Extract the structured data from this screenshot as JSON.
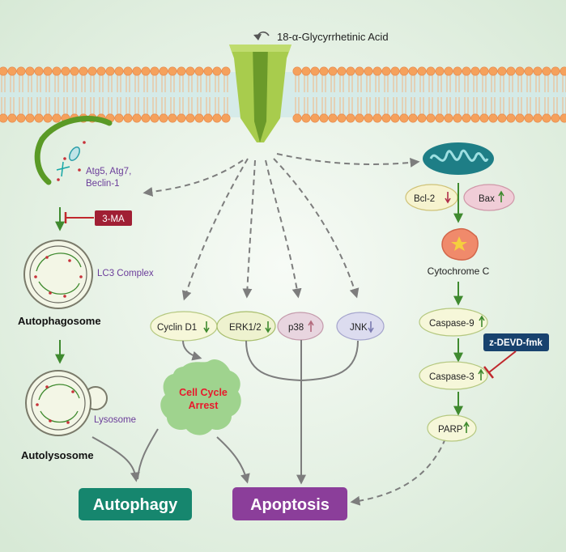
{
  "compound": "18-α-Glycyrrhetinic Acid",
  "autophagy_branch": {
    "proteins": [
      "Atg5, Atg7,",
      "Beclin-1"
    ],
    "inhibitor": "3-MA",
    "lc3_label": "LC3 Complex",
    "autophagosome": "Autophagosome",
    "lysosome": "Lysosome",
    "autolysosome": "Autolysosome",
    "outcome": "Autophagy"
  },
  "signaling": {
    "cyclin": "Cyclin D1",
    "erk": "ERK1/2",
    "p38": "p38",
    "jnk": "JNK",
    "cell_cycle_arrest": [
      "Cell Cycle",
      "Arrest"
    ],
    "outcome": "Apoptosis"
  },
  "mito_branch": {
    "bcl2": "Bcl-2",
    "bax": "Bax",
    "cytochrome": "Cytochrome C",
    "caspase9": "Caspase-9",
    "caspase3": "Caspase-3",
    "inhibitor": "z-DEVD-fmk",
    "parp": "PARP"
  },
  "colors": {
    "background": "#e4f0e3",
    "membrane_head": "#f5a15c",
    "channel": "#a3c84a",
    "arrow_green": "#3f8a2f",
    "arrow_gray": "#7d7d7d",
    "inhibit_red": "#c0282d",
    "autophagy_box": "#16866e",
    "apoptosis_box": "#8b3e9a",
    "arrest_text": "#e8192c",
    "purple_text": "#6b3d9a"
  }
}
